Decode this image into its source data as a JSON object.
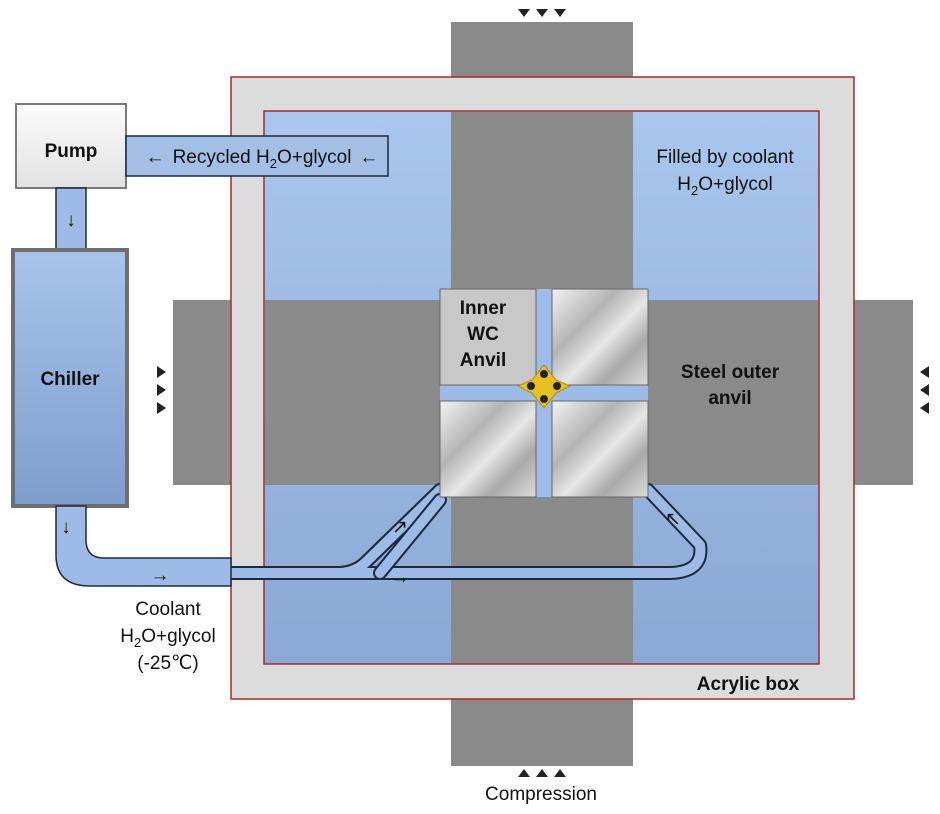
{
  "labels": {
    "pump": "Pump",
    "chiller": "Chiller",
    "recycled": {
      "arrow_left": "←",
      "pre": "Recycled H",
      "sub": "2",
      "post": "O+glycol",
      "arrow_right": "←"
    },
    "filled": {
      "line1": "Filled by coolant",
      "line2_pre": "H",
      "line2_sub": "2",
      "line2_post": "O+glycol"
    },
    "inner_anvil": [
      "Inner",
      "WC",
      "Anvil"
    ],
    "steel_anvil": [
      "Steel outer",
      "anvil"
    ],
    "coolant": {
      "line1": "Coolant",
      "line2_pre": "H",
      "line2_sub": "2",
      "line2_post": "O+glycol",
      "line3": "(-25℃)"
    },
    "acrylic_box": "Acrylic box",
    "compression": "Compression",
    "flow_arrows": {
      "down": "↓",
      "right": "→",
      "diag_up": "↗",
      "diag_up_left": "↖"
    }
  },
  "colors": {
    "coolant_light": "#a9c3e7",
    "coolant_dark": "#8faad3",
    "pipe": "#9dbbe6",
    "steel": "#8a8a8a",
    "acrylic_frame": "#dcdcdc",
    "frame_border": "#a52a2a",
    "wc_anvil": "#c8c8c8",
    "sample": "#e8c020"
  }
}
